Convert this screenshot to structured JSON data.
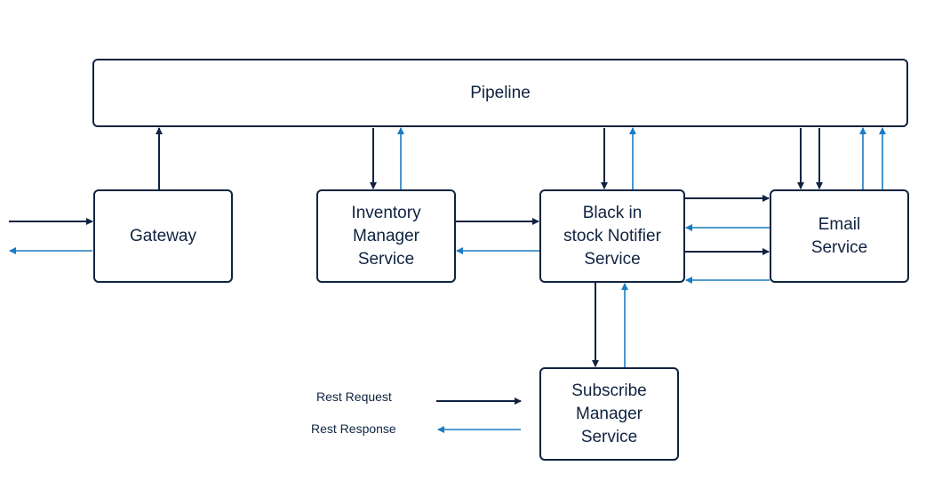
{
  "colors": {
    "request": "#0f2341",
    "response": "#1b7bc1",
    "box_border": "#0f2341",
    "text": "#0f2341"
  },
  "nodes": {
    "pipeline": "Pipeline",
    "gateway": "Gateway",
    "inventory": "Inventory\nManager\nService",
    "notifier": "Black in\nstock Notifier\nService",
    "email": "Email\nService",
    "subscribe": "Subscribe\nManager\nService"
  },
  "legend": {
    "request": "Rest Request",
    "response": "Rest Response"
  }
}
